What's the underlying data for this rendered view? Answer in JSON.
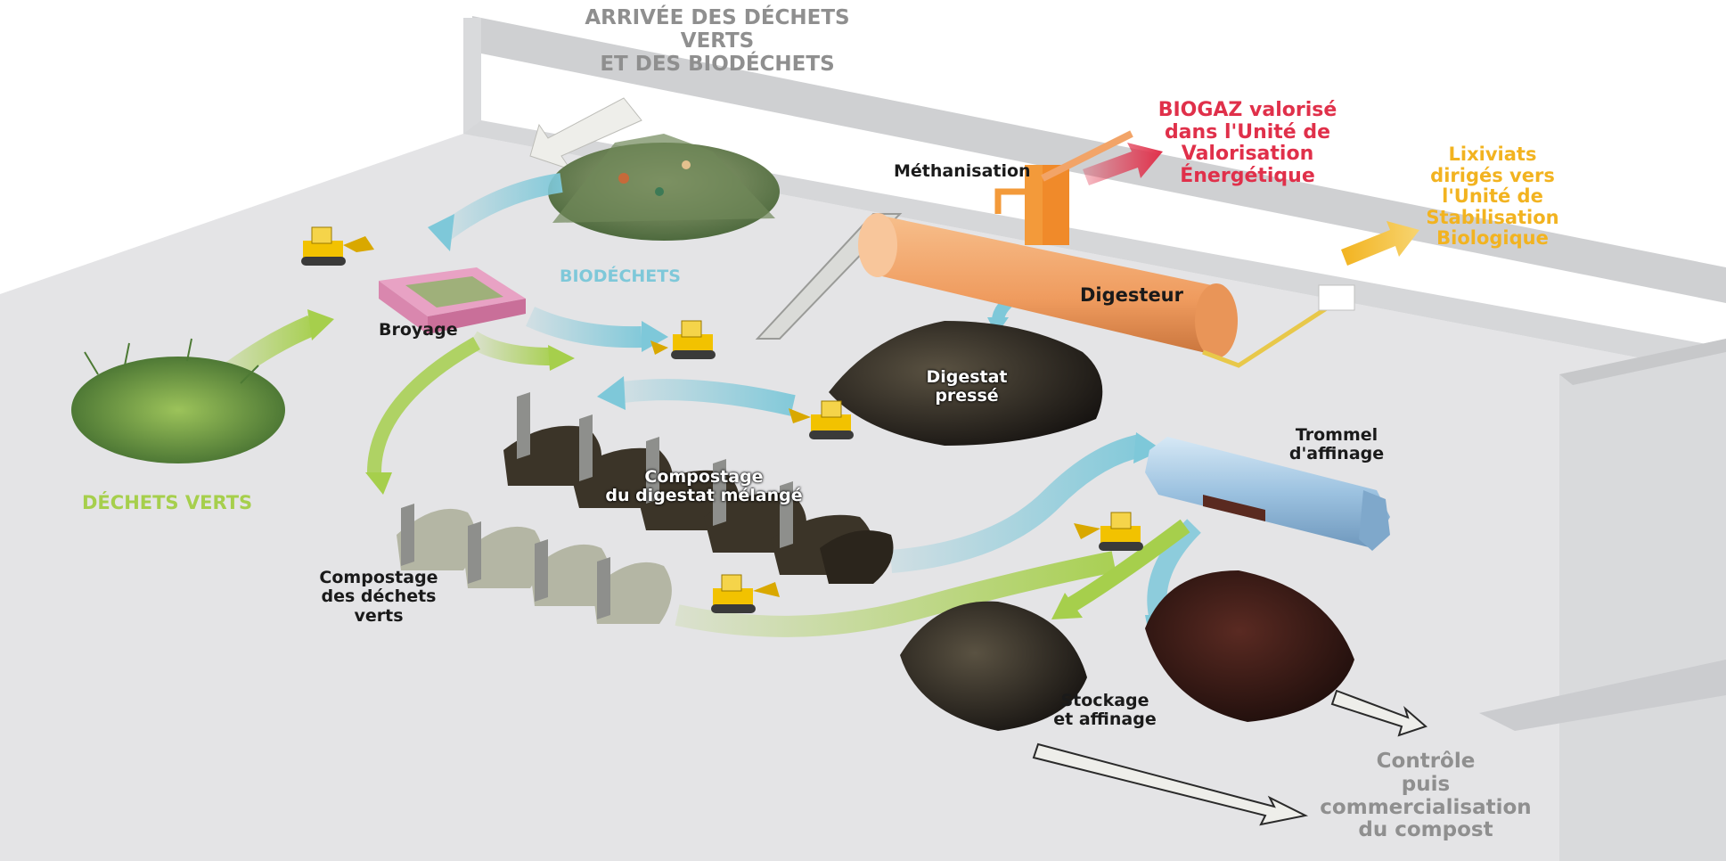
{
  "colors": {
    "background": "#ffffff",
    "floor": "#e4e4e6",
    "wall": "#d2d3d5",
    "green_flow": "#a6cf4c",
    "blue_flow": "#7ec8d9",
    "biogas": "#e0304a",
    "leachate": "#f2b320",
    "digester": "#f2a468",
    "machine": "#f2c200",
    "trommel": "#9cc2e0",
    "grey_text": "#8f8f8f"
  },
  "labels": {
    "arrivee": "ARRIVÉE DES DÉCHETS VERTS\nET DES BIODÉCHETS",
    "biogaz": "BIOGAZ valorisé\ndans l'Unité de\nValorisation\nÉnergétique",
    "lixiviats": "Lixiviats\ndirigés vers\nl'Unité de\nStabilisation\nBiologique",
    "methanisation": "Méthanisation",
    "biodechets": "BIODÉCHETS",
    "broyage": "Broyage",
    "digesteur": "Digesteur",
    "digestat": "Digestat\npressé",
    "dechets_verts": "DÉCHETS VERTS",
    "trommel": "Trommel\nd'affinage",
    "compostage_digestat": "Compostage\ndu digestat mélangé",
    "compostage_verts": "Compostage\ndes déchets verts",
    "stockage": "Stockage\net affinage",
    "controle": "Contrôle\npuis commercialisation\ndu compost"
  },
  "icons": {
    "loader": "loader-vehicle-icon",
    "pile": "waste-pile-icon"
  }
}
